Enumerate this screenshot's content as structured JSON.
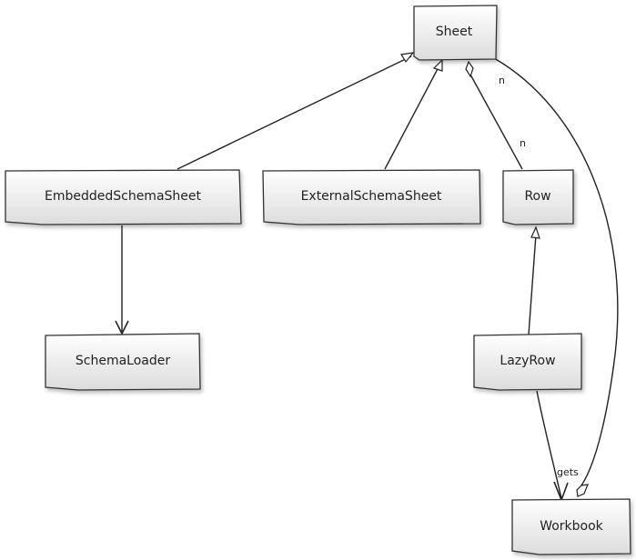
{
  "classes": {
    "sheet": "Sheet",
    "embedded_schema_sheet": "EmbeddedSchemaSheet",
    "external_schema_sheet": "ExternalSchemaSheet",
    "row": "Row",
    "schema_loader": "SchemaLoader",
    "lazy_row": "LazyRow",
    "workbook": "Workbook"
  },
  "relations": {
    "sheet_row_multiplicity_sheet_end": "n",
    "sheet_row_multiplicity_row_end": "n",
    "lazyrow_workbook_label": "gets"
  },
  "colors": {
    "box_fill_top": "#ffffff",
    "box_fill_bottom": "#dcdcdc",
    "stroke": "#222222",
    "background": "#ffffff"
  }
}
